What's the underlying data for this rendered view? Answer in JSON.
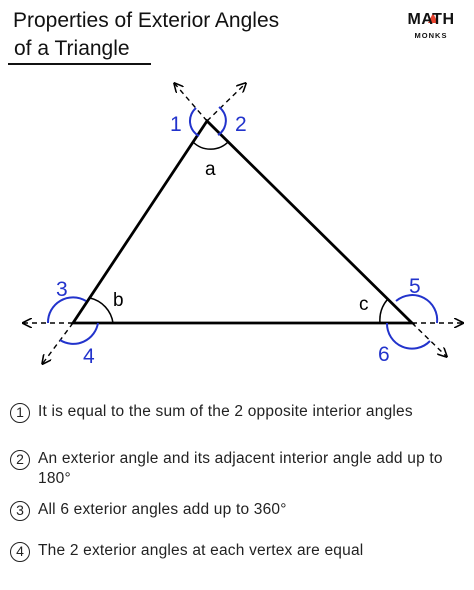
{
  "title": {
    "line1": "Properties of Exterior Angles",
    "line2": "of a Triangle"
  },
  "logo": {
    "main": "MATH",
    "sub": "MONKS"
  },
  "diagram": {
    "interior_labels": [
      "a",
      "b",
      "c"
    ],
    "exterior_labels": [
      "1",
      "2",
      "3",
      "4",
      "5",
      "6"
    ],
    "exterior_color": "#2233cc",
    "line_color": "#000000"
  },
  "properties": [
    {
      "num": "1",
      "text": "It is equal to the sum of the 2 opposite interior angles"
    },
    {
      "num": "2",
      "text": "An exterior angle and its adjacent interior angle add up to 180°"
    },
    {
      "num": "3",
      "text": "All 6 exterior angles add up to 360°"
    },
    {
      "num": "4",
      "text": "The 2 exterior angles at each vertex are equal"
    }
  ]
}
